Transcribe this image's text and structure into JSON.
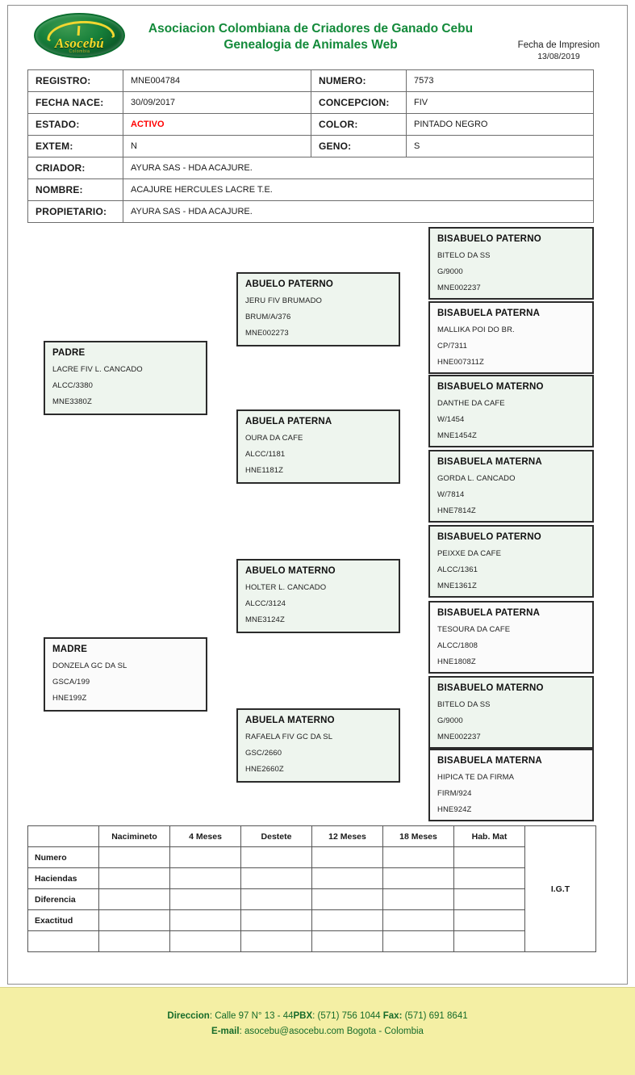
{
  "header": {
    "logo_word": "Asocebú",
    "logo_sub": "Colombia",
    "org_title": "Asociacion Colombiana de Criadores de Ganado Cebu",
    "doc_subtitle": "Genealogia de Animales Web",
    "print_date_label": "Fecha de Impresion",
    "print_date_value": "13/08/2019"
  },
  "info": {
    "rows": [
      {
        "label": "REGISTRO:",
        "value": "MNE004784",
        "label2": "NUMERO:",
        "value2": "7573"
      },
      {
        "label": "FECHA NACE:",
        "value": "30/09/2017",
        "label2": "CONCEPCION:",
        "value2": "FIV"
      },
      {
        "label": "ESTADO:",
        "value": "ACTIVO",
        "label2": "COLOR:",
        "value2": "PINTADO NEGRO"
      },
      {
        "label": "EXTEM:",
        "value": "N",
        "label2": "GENO:",
        "value2": "S"
      }
    ],
    "wide_rows": [
      {
        "label": "CRIADOR:",
        "value": "AYURA SAS - HDA ACAJURE."
      },
      {
        "label": "NOMBRE:",
        "value": "ACAJURE HERCULES LACRE T.E."
      },
      {
        "label": "PROPIETARIO:",
        "value": "AYURA SAS - HDA ACAJURE."
      }
    ]
  },
  "pedigree": {
    "padre": {
      "title": "PADRE",
      "name": "LACRE FIV L. CANCADO",
      "code": "ALCC/3380",
      "reg": "MNE3380Z"
    },
    "madre": {
      "title": "MADRE",
      "name": "DONZELA GC DA SL",
      "code": "GSCA/199",
      "reg": "HNE199Z"
    },
    "abuelo_paterno": {
      "title": "ABUELO PATERNO",
      "name": "JERU FIV BRUMADO",
      "code": "BRUM/A/376",
      "reg": "MNE002273"
    },
    "abuela_paterna": {
      "title": "ABUELA PATERNA",
      "name": "OURA DA CAFE",
      "code": "ALCC/1181",
      "reg": "HNE1181Z"
    },
    "abuelo_materno": {
      "title": "ABUELO MATERNO",
      "name": "HOLTER L. CANCADO",
      "code": "ALCC/3124",
      "reg": "MNE3124Z"
    },
    "abuela_materno": {
      "title": "ABUELA MATERNO",
      "name": "RAFAELA FIV GC DA SL",
      "code": "GSC/2660",
      "reg": "HNE2660Z"
    },
    "bis1": {
      "title": "BISABUELO PATERNO",
      "name": "BITELO DA SS",
      "code": "G/9000",
      "reg": "MNE002237"
    },
    "bis2": {
      "title": "BISABUELA PATERNA",
      "name": "MALLIKA POI DO BR.",
      "code": "CP/7311",
      "reg": "HNE007311Z"
    },
    "bis3": {
      "title": "BISABUELO MATERNO",
      "name": "DANTHE DA CAFE",
      "code": "W/1454",
      "reg": "MNE1454Z"
    },
    "bis4": {
      "title": "BISABUELA MATERNA",
      "name": "GORDA L. CANCADO",
      "code": "W/7814",
      "reg": "HNE7814Z"
    },
    "bis5": {
      "title": "BISABUELO PATERNO",
      "name": "PEIXXE DA CAFE",
      "code": "ALCC/1361",
      "reg": "MNE1361Z"
    },
    "bis6": {
      "title": "BISABUELA PATERNA",
      "name": "TESOURA DA CAFE",
      "code": "ALCC/1808",
      "reg": "HNE1808Z"
    },
    "bis7": {
      "title": "BISABUELO MATERNO",
      "name": "BITELO DA SS",
      "code": "G/9000",
      "reg": "MNE002237"
    },
    "bis8": {
      "title": "BISABUELA MATERNA",
      "name": "HIPICA TE DA FIRMA",
      "code": "FIRM/924",
      "reg": "HNE924Z"
    }
  },
  "measurements": {
    "columns": [
      "",
      "Nacimineto",
      "4 Meses",
      "Destete",
      "12 Meses",
      "18 Meses",
      "Hab. Mat",
      "I.G.T"
    ],
    "rows": [
      {
        "label": "Numero",
        "cells": [
          "",
          "",
          "",
          "",
          "",
          ""
        ]
      },
      {
        "label": "Haciendas",
        "cells": [
          "",
          "",
          "",
          "",
          "",
          ""
        ]
      },
      {
        "label": "Diferencia",
        "cells": [
          "",
          "",
          "",
          "",
          "",
          ""
        ]
      },
      {
        "label": "Exactitud",
        "cells": [
          "",
          "",
          "",
          "",
          "",
          ""
        ]
      },
      {
        "label": "",
        "cells": [
          "",
          "",
          "",
          "",
          "",
          ""
        ]
      }
    ]
  },
  "footer": {
    "line1_a": "Direccion",
    "line1_b": ": Calle 97 N°  13 - 44",
    "line1_c": "PBX",
    "line1_d": ": (571) 756 1044 ",
    "line1_e": "Fax:",
    "line1_f": " (571) 691 8641",
    "line2_a": "E-mail",
    "line2_b": ": asocebu@asocebu.com Bogota - Colombia"
  },
  "colors": {
    "brand_green": "#138a3a",
    "footer_bg": "#f4efa4",
    "box_tint": "#eef5ee",
    "status_active": "#ff0000"
  }
}
